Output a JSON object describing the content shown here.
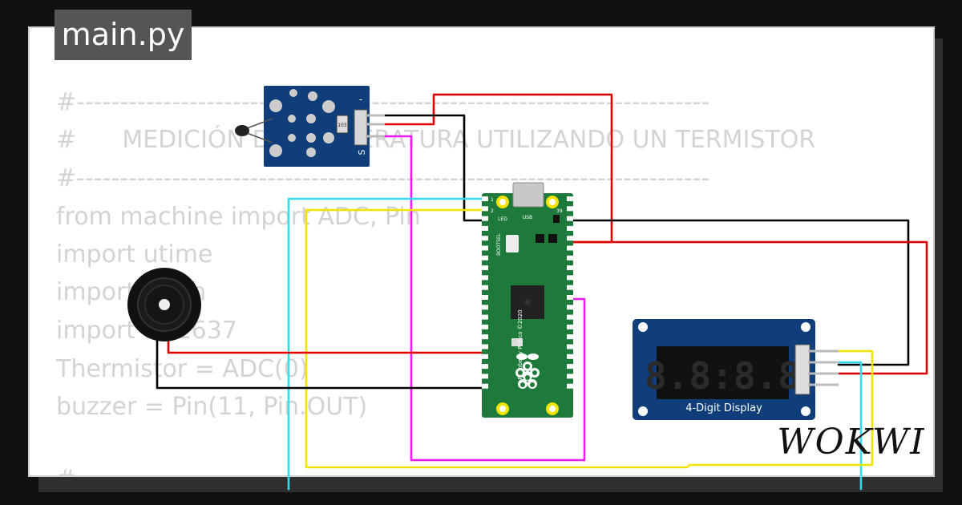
{
  "tab": {
    "label": "main.py"
  },
  "code": {
    "lines": [
      "#-------------------------------------------------------------------------",
      "#      MEDICIÓN DE TEMPERATURA UTILIZANDO UN TERMISTOR",
      "#-------------------------------------------------------------------------",
      "from machine import ADC, Pin",
      "import utime",
      "import math",
      "import tm1637",
      "Thermistor = ADC(0)",
      "buzzer = Pin(11, Pin.OUT)",
      "",
      "#"
    ]
  },
  "board": {
    "name": "Raspberry Pi Pico ©2020",
    "led_label": "LED",
    "usb_label": "USB",
    "bootsel_label": "BOOTSEL",
    "pin_label_1": "1",
    "pin_label_2": "2",
    "pin_label_39": "39"
  },
  "sensor": {
    "minus_label": "-",
    "s_label": "S",
    "resistor_label": "103"
  },
  "display": {
    "label": "4-Digit Display",
    "digits": "8.8:8.8"
  },
  "branding": {
    "logo": "WOKWI"
  },
  "colors": {
    "wire_red": "#e00000",
    "wire_black": "#000000",
    "wire_cyan": "#33ddee",
    "wire_yellow": "#f2e400",
    "wire_magenta": "#e81ce8",
    "pico_green": "#1d7a3a",
    "module_blue": "#0f3e7a"
  }
}
